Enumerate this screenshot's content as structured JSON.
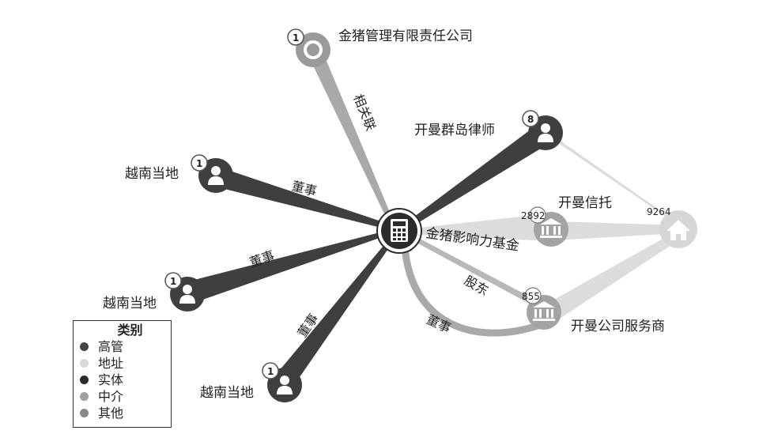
{
  "center": {
    "label": "金猪影响力基金",
    "icon": "calculator-icon"
  },
  "nodes": {
    "top": {
      "label": "金猪管理有限责任公司",
      "count": "1",
      "category": "其他"
    },
    "lawyer": {
      "label": "开曼群岛律师",
      "count": "8",
      "category": "高管"
    },
    "viet1": {
      "label": "越南当地",
      "count": "1",
      "category": "高管"
    },
    "viet2": {
      "label": "越南当地",
      "count": "1",
      "category": "高管"
    },
    "viet3": {
      "label": "越南当地",
      "count": "1",
      "category": "高管"
    },
    "trust": {
      "label": "开曼信托",
      "count": "2892",
      "category": "中介"
    },
    "service": {
      "label": "开曼公司服务商",
      "count": "855",
      "category": "中介"
    },
    "address": {
      "label": "",
      "count": "9264",
      "category": "地址"
    }
  },
  "edges": {
    "top": "相关联",
    "viet1": "董事",
    "viet2": "董事",
    "viet3": "董事",
    "service_shareholder": "股东",
    "service_director": "董事"
  },
  "legend": {
    "title": "类别",
    "items": [
      {
        "label": "高管",
        "color": "#444444",
        "icon": "person-icon"
      },
      {
        "label": "地址",
        "color": "#d8d8d8",
        "icon": "house-icon"
      },
      {
        "label": "实体",
        "color": "#2b2b2b",
        "icon": "calculator-icon"
      },
      {
        "label": "中介",
        "color": "#a0a0a0",
        "icon": "bank-icon"
      },
      {
        "label": "其他",
        "color": "#8a8a8a",
        "icon": "ring-icon"
      }
    ]
  },
  "colors": {
    "officer": "#3f3f3f",
    "entity": "#2b2b2b",
    "intermediary": "#a3a3a3",
    "address": "#d6d6d6",
    "other": "#9a9a9a",
    "edge_dark": "#3f3f3f",
    "edge_mid": "#a9a9a9",
    "edge_light": "#dcdcdc"
  }
}
